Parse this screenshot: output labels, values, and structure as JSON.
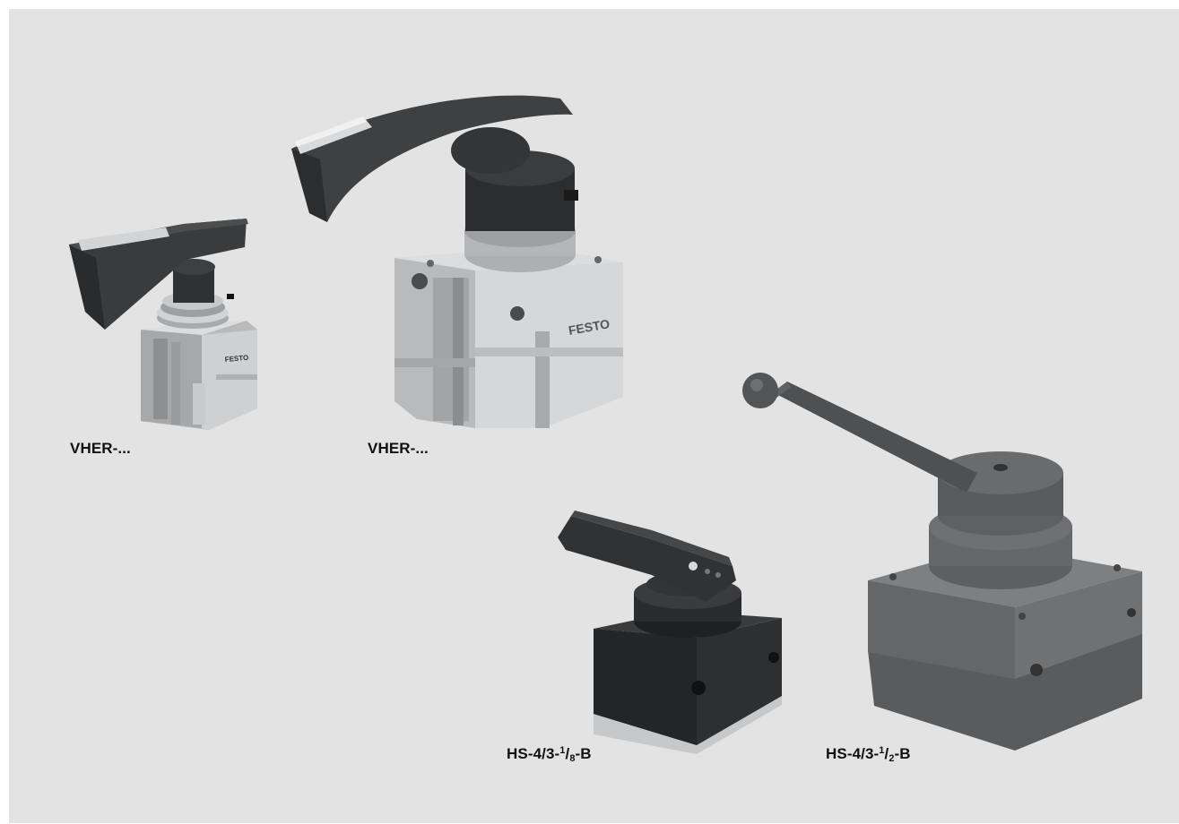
{
  "colors": {
    "background": "#e3e3e4",
    "aluminum": "#c4c5c7",
    "aluminum_light": "#d9dadb",
    "aluminum_dark": "#9c9d9f",
    "handle_dark": "#3f4041",
    "handle_mid": "#565758",
    "grey_body": "#6f7071",
    "grey_body_light": "#7d7e7f",
    "grey_body_base": "#5e5f60",
    "black_body": "#2d2e2f",
    "label_text": "#111111"
  },
  "icons": {
    "small_vher": "small-vher-valve-icon",
    "large_vher": "large-vher-valve-icon",
    "hs_small": "hs-4-3-1-8-valve-icon",
    "hs_large": "hs-4-3-1-2-valve-icon"
  },
  "products": [
    {
      "id": "vher-small",
      "caption": "VHER-..."
    },
    {
      "id": "vher-large",
      "caption": "VHER-...",
      "brand_mark": "FESTO"
    },
    {
      "id": "hs-4-3-1-8-b",
      "caption_pre": "HS-4/3-",
      "caption_frac_num": "1",
      "caption_frac_den": "8",
      "caption_post": "-B"
    },
    {
      "id": "hs-4-3-1-2-b",
      "caption_pre": "HS-4/3-",
      "caption_frac_num": "1",
      "caption_frac_den": "2",
      "caption_post": "-B"
    }
  ],
  "small_vher_brand_mark": "FESTO"
}
